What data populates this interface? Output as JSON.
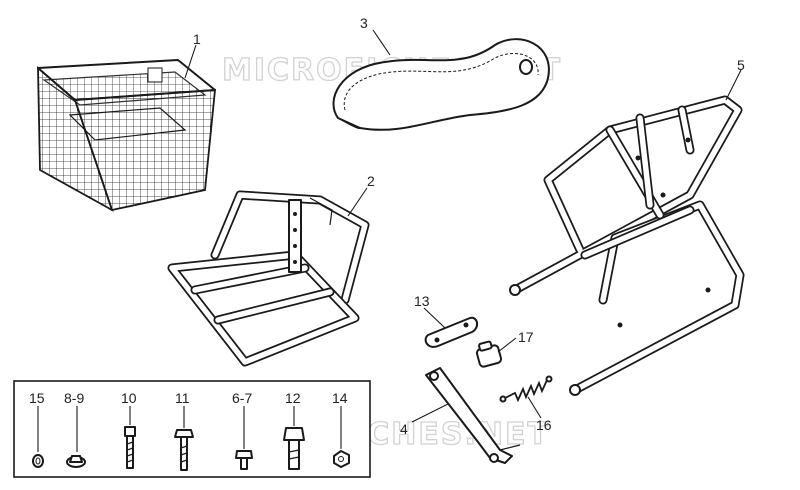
{
  "watermark": "MICROFICHES.NET",
  "callouts": {
    "c1": "1",
    "c2": "2",
    "c3": "3",
    "c4": "4",
    "c5": "5",
    "c13": "13",
    "c16": "16",
    "c17": "17",
    "c15": "15",
    "c89": "8-9",
    "c10": "10",
    "c11": "11",
    "c67": "6-7",
    "c12": "12",
    "c14": "14"
  },
  "colors": {
    "line": "#1a1a1a",
    "watermark": "#d2d2d2",
    "background": "#ffffff"
  }
}
